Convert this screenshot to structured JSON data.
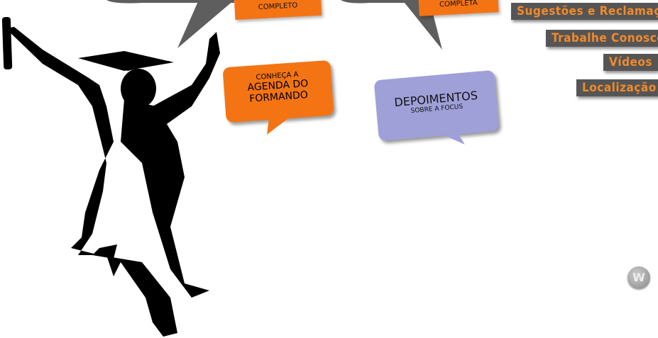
{
  "bubbles": {
    "top_left_partial": {
      "text": "COMPLETO"
    },
    "top_right_partial": {
      "text": "COMPLETA"
    },
    "agenda": {
      "line1": "CONHEÇA A",
      "line2": "AGENDA DO",
      "line3": "FORMANDO"
    },
    "depoimentos": {
      "title": "DEPOIMENTOS",
      "subtitle": "SOBRE A FOCUS"
    }
  },
  "menu": [
    {
      "label": "Sugestões e Reclamações"
    },
    {
      "label": "Trabalhe Conosco"
    },
    {
      "label": "Vídeos"
    },
    {
      "label": "Localização"
    }
  ],
  "badge": {
    "text": "W"
  },
  "colors": {
    "orange": "#f47414",
    "gray": "#555555",
    "lavender": "#9fa0d8",
    "menu_text": "#f08a2c"
  }
}
